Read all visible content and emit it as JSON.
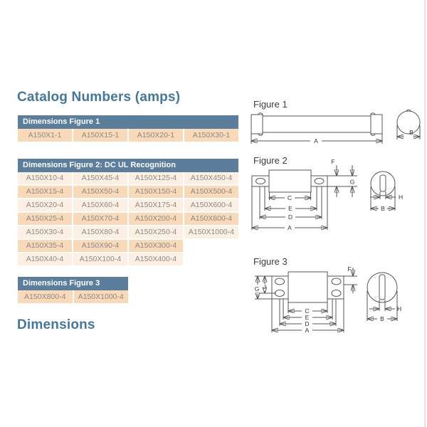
{
  "headings": {
    "catalog": "Catalog Numbers (amps)",
    "dimensions": "Dimensions"
  },
  "tables": {
    "figure1": {
      "title": "Dimensions Figure 1",
      "rows": [
        [
          "A150X1-1",
          "A150X15-1",
          "A150X20-1",
          "A150X30-1"
        ]
      ]
    },
    "figure2": {
      "title": "Dimensions Figure 2: DC UL Recognition",
      "rows": [
        [
          "A150X10-4",
          "A150X45-4",
          "A150X125-4",
          "A150X450-4"
        ],
        [
          "A150X15-4",
          "A150X50-4",
          "A150X150-4",
          "A150X500-4"
        ],
        [
          "A150X20-4",
          "A150X60-4",
          "A150X175-4",
          "A150X600-4"
        ],
        [
          "A150X25-4",
          "A150X70-4",
          "A150X200-4",
          "A150X800-4"
        ],
        [
          "A150X30-4",
          "A150X80-4",
          "A150X250-4",
          "A150X1000-4"
        ],
        [
          "A150X35-4",
          "A150X90-4",
          "A150X300-4",
          ""
        ],
        [
          "A150X40-4",
          "A150X100-4",
          "A150X400-4",
          ""
        ]
      ]
    },
    "figure3": {
      "title": "Dimensions Figure 3",
      "rows": [
        [
          "A150X800-4",
          "A150X1000-4"
        ]
      ]
    }
  },
  "figures": {
    "figure1": {
      "title": "Figure 1",
      "dims": {
        "A": "A",
        "B": "B"
      }
    },
    "figure2": {
      "title": "Figure 2",
      "dims": {
        "A": "A",
        "B": "B",
        "C": "C",
        "D": "D",
        "E": "E",
        "F": "F",
        "G": "G",
        "H": "H"
      }
    },
    "figure3": {
      "title": "Figure 3",
      "dims": {
        "A": "A",
        "B": "B",
        "C": "C",
        "D": "D",
        "E": "E",
        "F": "F",
        "G": "G",
        "H": "H",
        "J": "J"
      }
    }
  },
  "colors": {
    "heading_blue": "#44779f",
    "table_header_bg": "#5b7e9d",
    "table_header_text": "#ffffff",
    "row_peach": "#f9d9b8",
    "row_light": "#fdf0e3",
    "cell_text": "#8a8a8a",
    "drawing_line": "#555555"
  }
}
